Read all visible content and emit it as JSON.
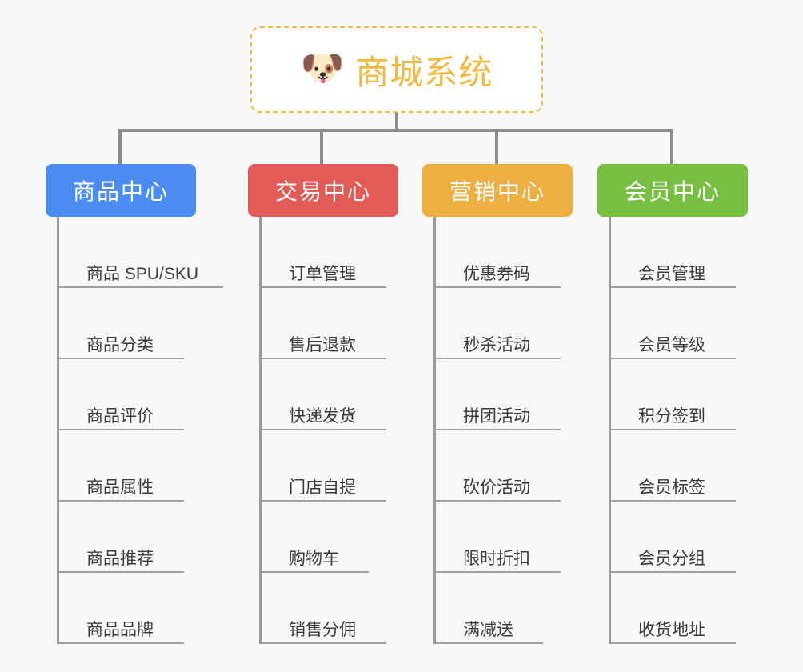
{
  "background_color": "#f8f8f8",
  "root": {
    "icon": "dog-face-emoji",
    "icon_glyph": "🐶",
    "title": "商城系统",
    "text_color": "#f1b93f",
    "border_color": "#f2bb52",
    "background_color": "#ffffff"
  },
  "connector_color": "#8c8c8c",
  "branches": [
    {
      "id": "product-center",
      "label": "商品中心",
      "color": "#4a8cf0",
      "items": [
        {
          "label": "商品 SPU/SKU",
          "underline_width": 205
        },
        {
          "label": "商品分类",
          "underline_width": 156
        },
        {
          "label": "商品评价",
          "underline_width": 156
        },
        {
          "label": "商品属性",
          "underline_width": 156
        },
        {
          "label": "商品推荐",
          "underline_width": 156
        },
        {
          "label": "商品品牌",
          "underline_width": 156
        }
      ]
    },
    {
      "id": "trade-center",
      "label": "交易中心",
      "color": "#e25b57",
      "items": [
        {
          "label": "订单管理",
          "underline_width": 156
        },
        {
          "label": "售后退款",
          "underline_width": 156
        },
        {
          "label": "快递发货",
          "underline_width": 156
        },
        {
          "label": "门店自提",
          "underline_width": 156
        },
        {
          "label": "购物车",
          "underline_width": 134
        },
        {
          "label": "销售分佣",
          "underline_width": 156
        }
      ]
    },
    {
      "id": "marketing-center",
      "label": "营销中心",
      "color": "#edaf41",
      "items": [
        {
          "label": "优惠券码",
          "underline_width": 156
        },
        {
          "label": "秒杀活动",
          "underline_width": 156
        },
        {
          "label": "拼团活动",
          "underline_width": 156
        },
        {
          "label": "砍价活动",
          "underline_width": 156
        },
        {
          "label": "限时折扣",
          "underline_width": 156
        },
        {
          "label": "满减送",
          "underline_width": 134
        }
      ]
    },
    {
      "id": "member-center",
      "label": "会员中心",
      "color": "#76bf43",
      "items": [
        {
          "label": "会员管理",
          "underline_width": 156
        },
        {
          "label": "会员等级",
          "underline_width": 156
        },
        {
          "label": "积分签到",
          "underline_width": 156
        },
        {
          "label": "会员标签",
          "underline_width": 156
        },
        {
          "label": "会员分组",
          "underline_width": 156
        },
        {
          "label": "收货地址",
          "underline_width": 156
        }
      ]
    }
  ]
}
